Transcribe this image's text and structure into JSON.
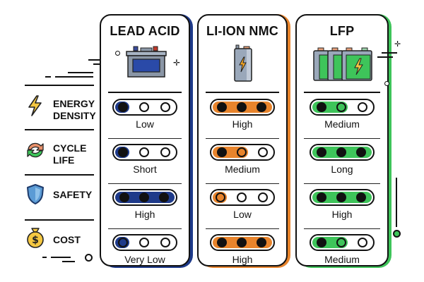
{
  "rows": [
    {
      "label_line1": "ENERGY",
      "label_line2": "DENSITY",
      "icon": "lightning-bolt-icon"
    },
    {
      "label_line1": "CYCLE",
      "label_line2": "LIFE",
      "icon": "recycle-arrows-icon"
    },
    {
      "label_line1": "SAFETY",
      "label_line2": "",
      "icon": "shield-icon"
    },
    {
      "label_line1": "COST",
      "label_line2": "",
      "icon": "money-bag-icon"
    }
  ],
  "columns": [
    {
      "title": "LEAD ACID",
      "icon": "lead-acid-battery-icon",
      "color": "#1e3a8a",
      "ratings": [
        {
          "label": "Low",
          "level": 1
        },
        {
          "label": "Short",
          "level": 1
        },
        {
          "label": "High",
          "level": 3
        },
        {
          "label": "Very Low",
          "level": 1
        }
      ]
    },
    {
      "title": "LI-ION NMC",
      "icon": "li-ion-cell-icon",
      "color": "#e8842c",
      "ratings": [
        {
          "label": "High",
          "level": 3
        },
        {
          "label": "Medium",
          "level": 2
        },
        {
          "label": "Low",
          "level": 1
        },
        {
          "label": "High",
          "level": 3
        }
      ]
    },
    {
      "title": "LFP",
      "icon": "lfp-battery-pack-icon",
      "color": "#3ec45a",
      "ratings": [
        {
          "label": "Medium",
          "level": 2
        },
        {
          "label": "Long",
          "level": 3
        },
        {
          "label": "High",
          "level": 3
        },
        {
          "label": "Medium",
          "level": 2
        }
      ]
    }
  ]
}
